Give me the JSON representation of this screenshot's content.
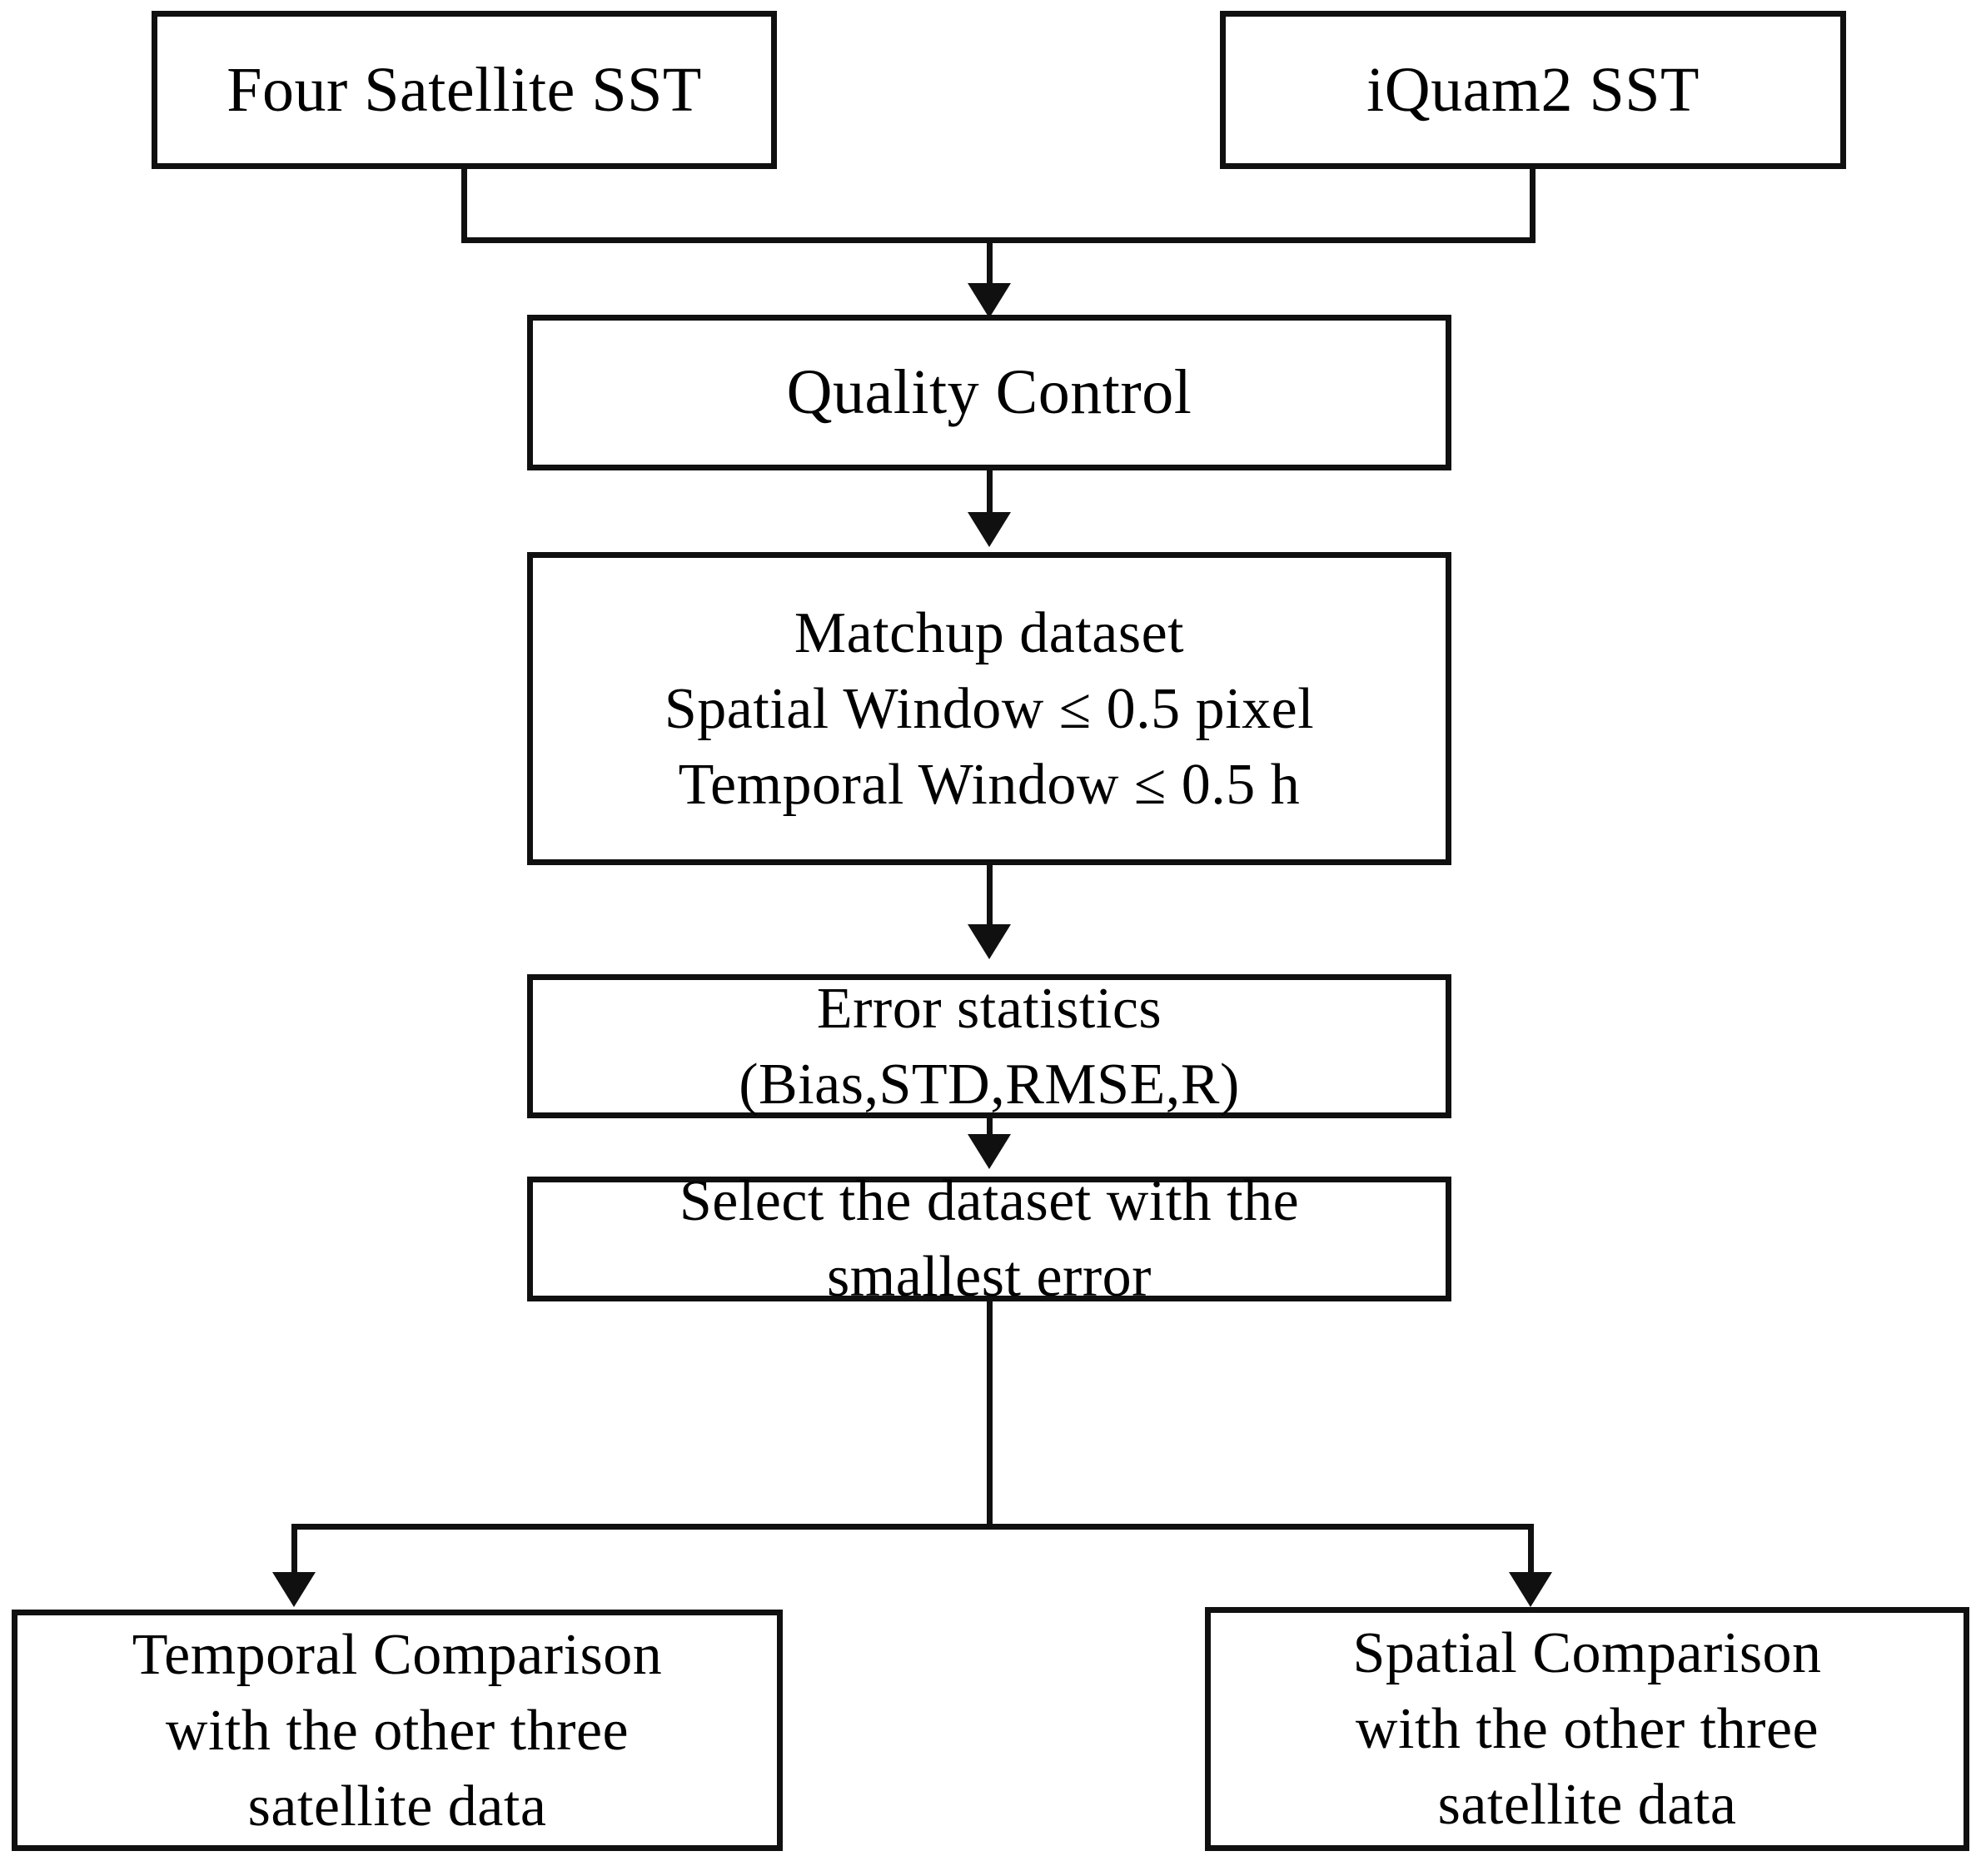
{
  "diagram": {
    "title": "Satellite SST validation workflow flowchart",
    "type": "flowchart",
    "orientation": "top-to-bottom",
    "colors": {
      "stroke": "#101010",
      "fill": "#ffffff",
      "text": "#000000"
    },
    "nodes": {
      "four_satellite_sst": {
        "label": "Four Satellite SST"
      },
      "iquam2_sst": {
        "label": "iQuam2 SST"
      },
      "quality_control": {
        "label": "Quality Control"
      },
      "matchup_dataset": {
        "label": "Matchup dataset\nSpatial Window ≤ 0.5 pixel\nTemporal Window ≤ 0.5 h"
      },
      "error_statistics": {
        "label": "Error statistics\n(Bias,STD,RMSE,R)"
      },
      "select_dataset": {
        "label": "Select the dataset with the\nsmallest error"
      },
      "temporal_comparison": {
        "label": "Temporal Comparison\nwith the other three\nsatellite data"
      },
      "spatial_comparison": {
        "label": "Spatial Comparison\nwith the other three\nsatellite data"
      }
    },
    "edges": [
      {
        "from": "four_satellite_sst",
        "to": "quality_control",
        "arrow": "down"
      },
      {
        "from": "iquam2_sst",
        "to": "quality_control",
        "arrow": "down"
      },
      {
        "from": "quality_control",
        "to": "matchup_dataset",
        "arrow": "down"
      },
      {
        "from": "matchup_dataset",
        "to": "error_statistics",
        "arrow": "down"
      },
      {
        "from": "error_statistics",
        "to": "select_dataset",
        "arrow": "down"
      },
      {
        "from": "select_dataset",
        "to": "temporal_comparison",
        "arrow": "down"
      },
      {
        "from": "select_dataset",
        "to": "spatial_comparison",
        "arrow": "down"
      }
    ]
  }
}
